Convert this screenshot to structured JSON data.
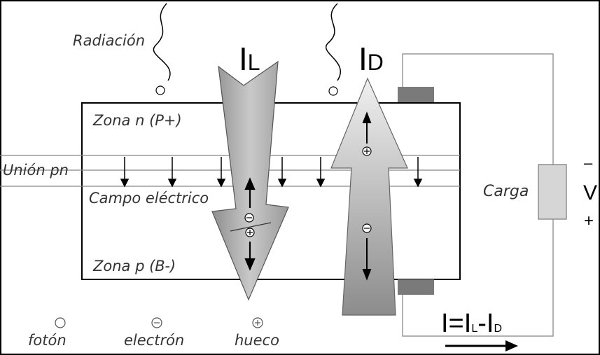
{
  "labels": {
    "radiation": "Radiación",
    "zone_n": "Zona n (P+)",
    "junction": "Unión pn",
    "field": "Campo eléctrico",
    "zone_p": "Zona p (B-)",
    "load": "Carga",
    "voltage": "V",
    "minus": "–",
    "plus": "+",
    "current_light": "I",
    "current_light_sub": "L",
    "current_dark": "I",
    "current_dark_sub": "D",
    "equation_main": "I=I",
    "equation_sub1": "L",
    "equation_mid": "-I",
    "equation_sub2": "D"
  },
  "legend": {
    "photon": "fotón",
    "electron": "electrón",
    "hole": "hueco"
  },
  "colors": {
    "arrow_light_fill": "#a9a9a9",
    "arrow_dark_fill": "#cfcfcf",
    "contact": "#7a7a7a",
    "load_fill": "#d6d6d6",
    "line": "#000000",
    "junction_line": "#888888"
  }
}
